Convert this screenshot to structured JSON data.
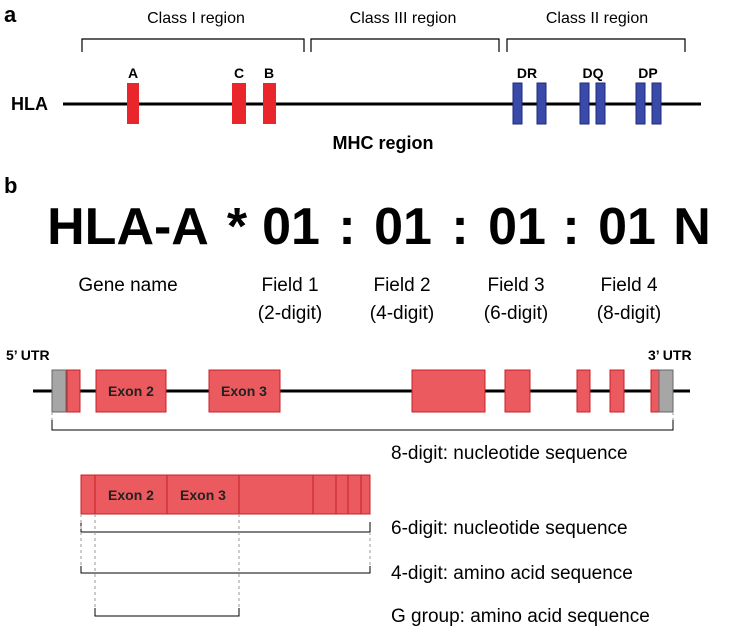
{
  "panel_a": {
    "panel_label": "a",
    "region_labels": {
      "class1": "Class I region",
      "class3": "Class III region",
      "class2": "Class II region"
    },
    "row_label": "HLA",
    "bottom_label": "MHC region",
    "class1_genes": [
      "A",
      "C",
      "B"
    ],
    "class2_genes": [
      "DR",
      "DQ",
      "DP"
    ],
    "colors": {
      "class1": "#e8262b",
      "class2": "#3a4aa8",
      "class2_stroke": "#1d2a7a"
    }
  },
  "panel_b": {
    "panel_label": "b",
    "nomenclature": {
      "gene": "HLA-A",
      "sep_star": "*",
      "field1": "01",
      "colon": ":",
      "field2": "01",
      "field3": "01",
      "field4": "01",
      "suffix": "N"
    },
    "columns": {
      "gene_name": "Gene name",
      "field1": {
        "title": "Field 1",
        "sub": "(2-digit)"
      },
      "field2": {
        "title": "Field 2",
        "sub": "(4-digit)"
      },
      "field3": {
        "title": "Field 3",
        "sub": "(6-digit)"
      },
      "field4": {
        "title": "Field 4",
        "sub": "(8-digit)"
      }
    },
    "utr5": "5’ UTR",
    "utr3": "3’ UTR",
    "exon2": "Exon 2",
    "exon3": "Exon 3",
    "levels": {
      "digit8": "8-digit: nucleotide sequence",
      "digit6": "6-digit: nucleotide sequence",
      "digit4": "4-digit: amino acid sequence",
      "ggroup": "G group: amino acid sequence"
    },
    "colors": {
      "exon_fill": "#ea5a5e",
      "exon_stroke": "#c8202a",
      "utr_fill": "#a6a6a6"
    }
  }
}
